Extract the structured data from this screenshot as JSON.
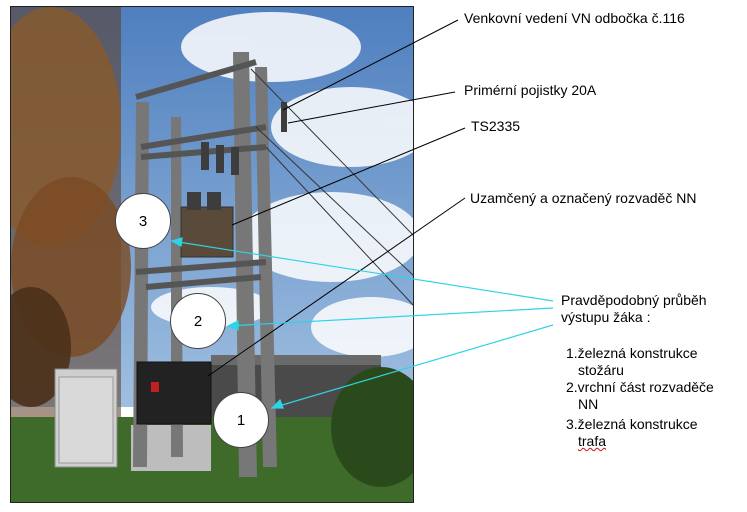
{
  "labels": {
    "line": "Venkovní vedení VN odbočka č.116",
    "fuses": "Primérní pojistky 20A",
    "station": "TS2335",
    "switchboard": "Uzamčený a označený rozvaděč NN"
  },
  "circles": [
    "3",
    "2",
    "1"
  ],
  "route": {
    "title_line1": "Pravděpodobný průběh",
    "title_line2": "výstupu žáka :",
    "items": [
      {
        "line1": "1.železná konstrukce",
        "line2": "stožáru"
      },
      {
        "line1": "2.vrchní část rozvaděče",
        "line2": "NN"
      },
      {
        "line1": "3.železná konstrukce",
        "line2": "trafa"
      }
    ]
  },
  "colors": {
    "leader_black": "#000000",
    "leader_cyan": "#2fd3e6",
    "sky": "#6f96c8",
    "grass": "#3e6a2a"
  }
}
